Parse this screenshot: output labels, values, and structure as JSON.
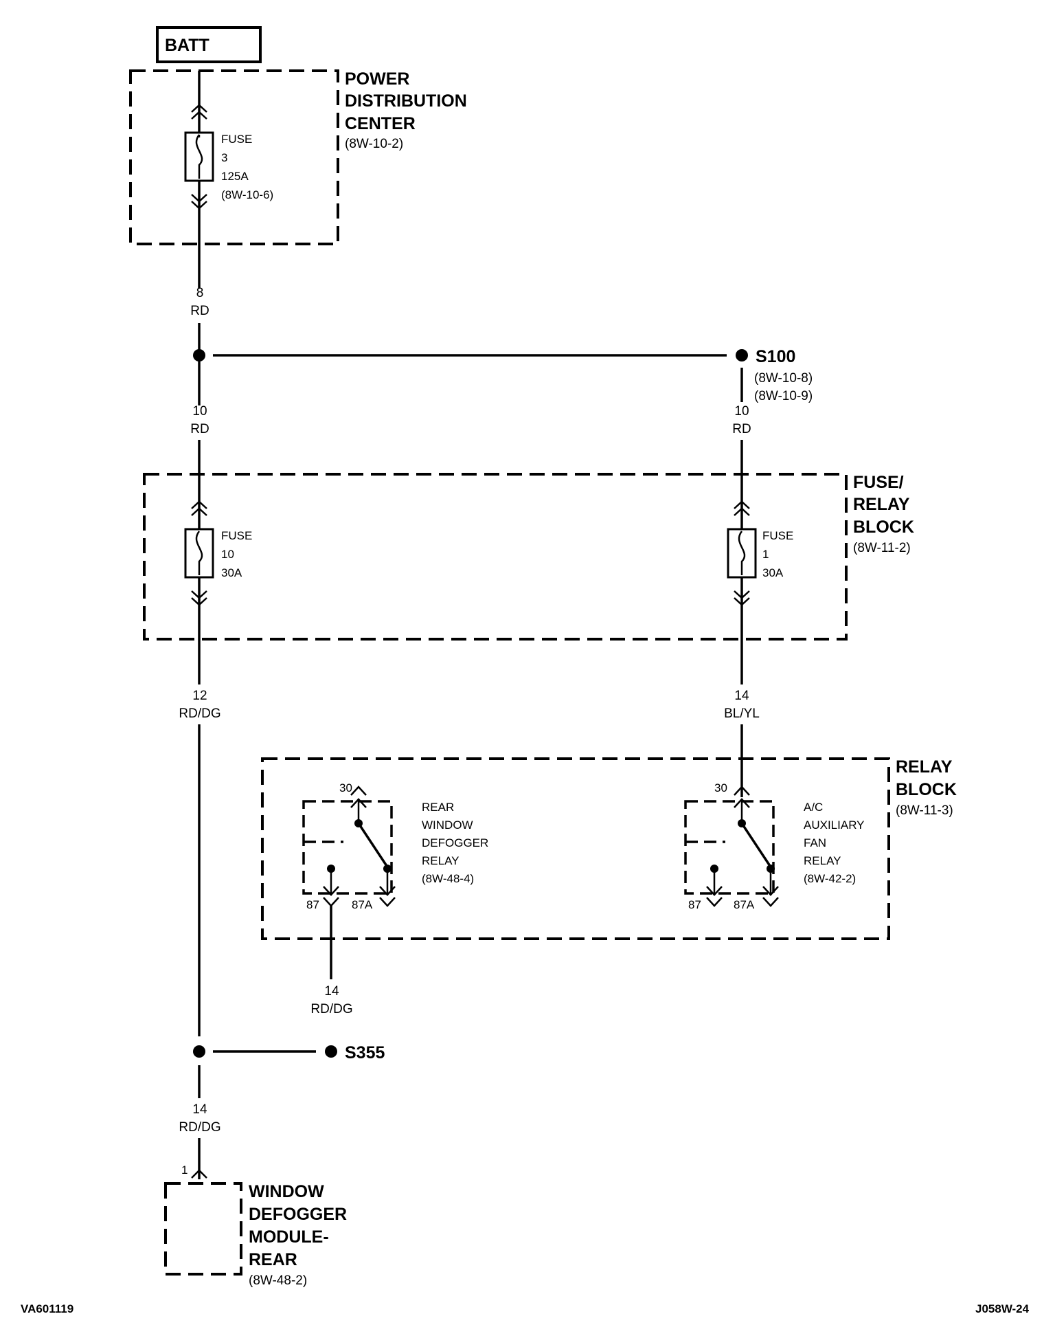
{
  "batt": {
    "label": "BATT"
  },
  "pdc": {
    "lines": [
      "POWER",
      "DISTRIBUTION",
      "CENTER"
    ],
    "ref": "(8W-10-2)"
  },
  "fuse_pdc": {
    "lines": [
      "FUSE",
      "3",
      "125A",
      "(8W-10-6)"
    ]
  },
  "wire_pdc": {
    "gauge": "8",
    "color": "RD"
  },
  "splice_s100": {
    "name": "S100",
    "ref1": "(8W-10-8)",
    "ref2": "(8W-10-9)"
  },
  "wire_left_10": {
    "gauge": "10",
    "color": "RD"
  },
  "wire_right_10": {
    "gauge": "10",
    "color": "RD"
  },
  "frb": {
    "lines": [
      "FUSE/",
      "RELAY",
      "BLOCK"
    ],
    "ref": "(8W-11-2)"
  },
  "fuse_10": {
    "lines": [
      "FUSE",
      "10",
      "30A"
    ]
  },
  "fuse_1": {
    "lines": [
      "FUSE",
      "1",
      "30A"
    ]
  },
  "wire_left_12": {
    "gauge": "12",
    "color": "RD/DG"
  },
  "wire_right_14": {
    "gauge": "14",
    "color": "BL/YL"
  },
  "relay_block": {
    "lines": [
      "RELAY",
      "BLOCK"
    ],
    "ref": "(8W-11-3)"
  },
  "relay_rear": {
    "lines": [
      "REAR",
      "WINDOW",
      "DEFOGGER",
      "RELAY",
      "(8W-48-4)"
    ],
    "pin30": "30",
    "pin87": "87",
    "pin87a": "87A"
  },
  "relay_ac": {
    "lines": [
      "A/C",
      "AUXILIARY",
      "FAN",
      "RELAY",
      "(8W-42-2)"
    ],
    "pin30": "30",
    "pin87": "87",
    "pin87a": "87A"
  },
  "wire_relay_out": {
    "gauge": "14",
    "color": "RD/DG"
  },
  "splice_s355": {
    "name": "S355"
  },
  "wire_module": {
    "gauge": "14",
    "color": "RD/DG"
  },
  "module": {
    "pin": "1",
    "lines": [
      "WINDOW",
      "DEFOGGER",
      "MODULE-",
      "REAR"
    ],
    "ref": "(8W-48-2)"
  },
  "footer": {
    "left": "VA601119",
    "right": "J058W-24"
  }
}
